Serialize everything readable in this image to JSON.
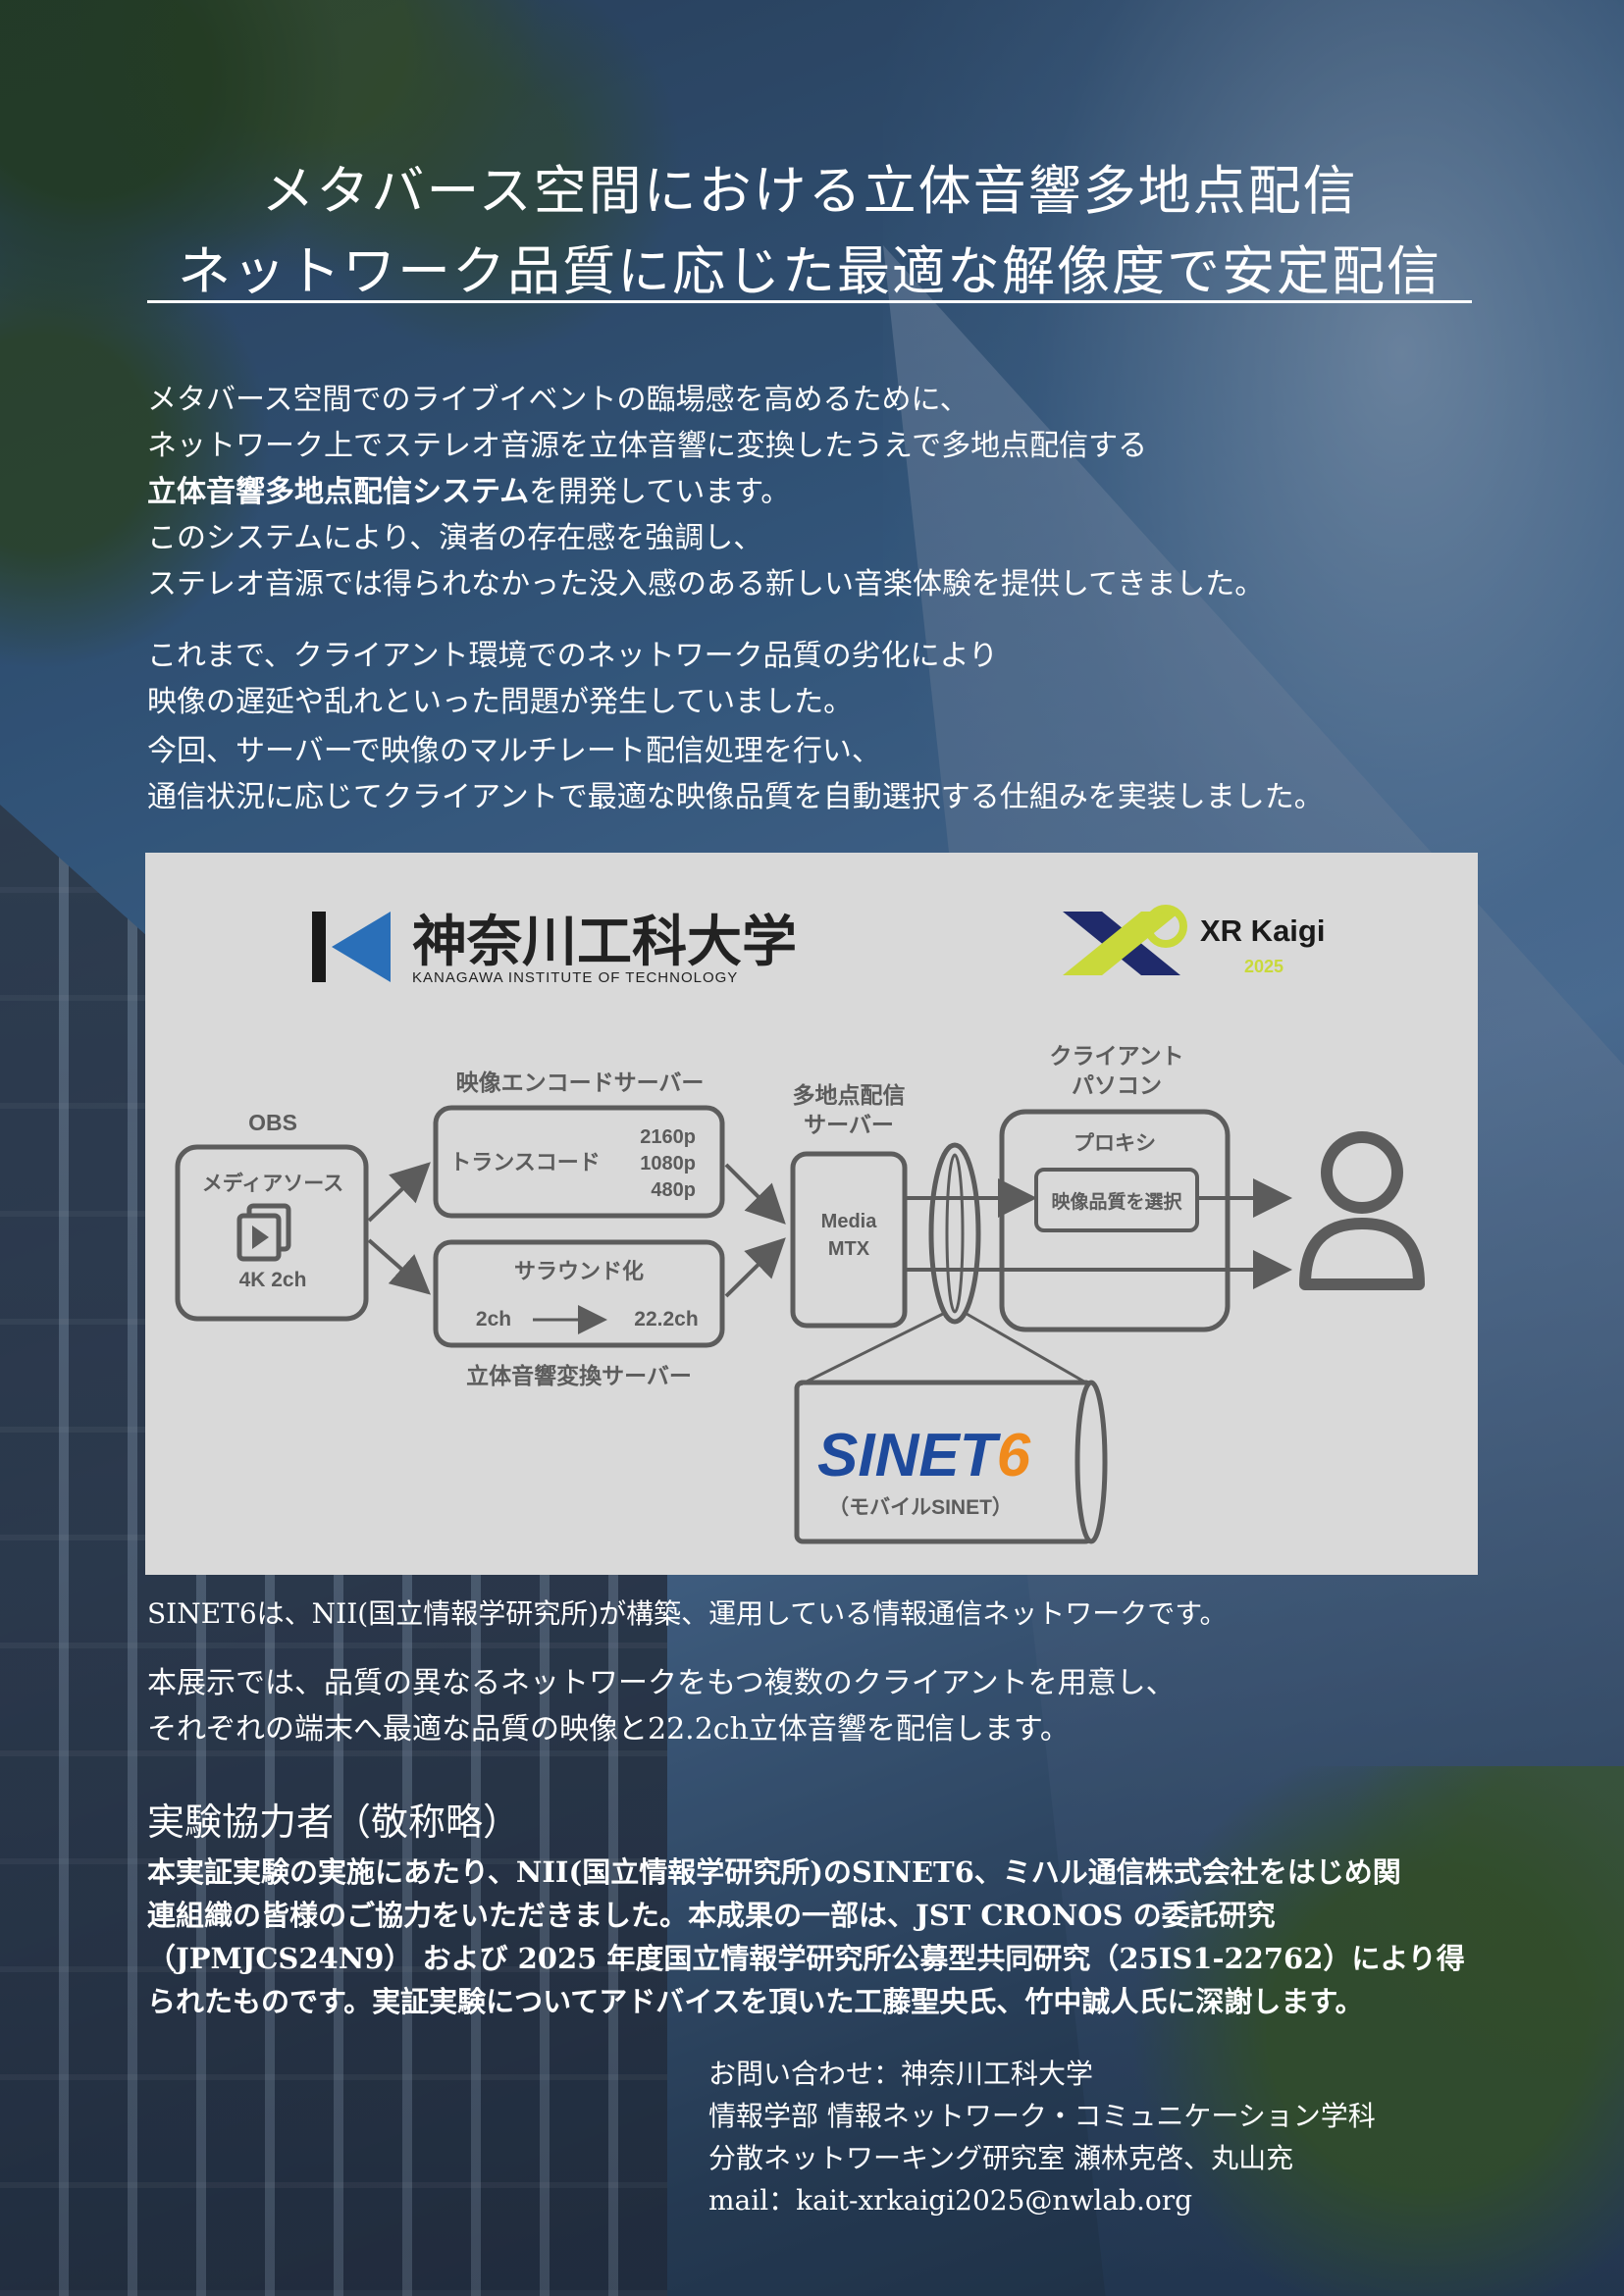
{
  "title": {
    "line1": "メタバース空間における立体音響多地点配信",
    "line2": "ネットワーク品質に応じた最適な解像度で安定配信"
  },
  "intro": {
    "line1": "メタバース空間でのライブイベントの臨場感を高めるために、",
    "line2": "ネットワーク上でステレオ音源を立体音響に変換したうえで多地点配信する",
    "line3_bold": "立体音響多地点配信システム",
    "line3_rest": "を開発しています。",
    "line4": "このシステムにより、演者の存在感を強調し、",
    "line5": "ステレオ音源では得られなかった没入感のある新しい音楽体験を提供してきました。"
  },
  "problem": {
    "line1": "これまで、クライアント環境でのネットワーク品質の劣化により",
    "line2": "映像の遅延や乱れといった問題が発生していました。",
    "line3": "今回、サーバーで映像のマルチレート配信処理を行い、",
    "line4": "通信状況に応じてクライアントで最適な映像品質を自動選択する仕組みを実装しました。"
  },
  "diagram": {
    "kait_name": "神奈川工科大学",
    "kait_sub": "KANAGAWA INSTITUTE OF TECHNOLOGY",
    "xr_name": "XR Kaigi",
    "xr_year": "2025",
    "obs_label": "OBS",
    "media_source": "メディアソース",
    "media_spec": "4K 2ch",
    "encode_server": "映像エンコードサーバー",
    "transcode": "トランスコード",
    "res1": "2160p",
    "res2": "1080p",
    "res3": "480p",
    "surround": "サラウンド化",
    "ch_in": "2ch",
    "ch_out": "22.2ch",
    "audio_server": "立体音響変換サーバー",
    "multi_server_l1": "多地点配信",
    "multi_server_l2": "サーバー",
    "mediamtx_l1": "Media",
    "mediamtx_l2": "MTX",
    "client_l1": "クライアント",
    "client_l2": "パソコン",
    "proxy": "プロキシ",
    "quality_select": "映像品質を選択",
    "sinet_logo": "SINET6",
    "sinet_sub": "（モバイルSINET）",
    "colors": {
      "box": "#5c5c5c",
      "xr_dark": "#1f2a6b",
      "xr_light": "#c9d93b",
      "sinet_blue": "#1e4a9c",
      "sinet_orange": "#f08a1c"
    }
  },
  "sinet_note": "SINET6は、NII(国立情報学研究所)が構築、運用している情報通信ネットワークです。",
  "exhibit": {
    "line1": "本展示では、品質の異なるネットワークをもつ複数のクライアントを用意し、",
    "line2": "それぞれの端末へ最適な品質の映像と22.2ch立体音響を配信します。"
  },
  "ack": {
    "heading": "実験協力者（敬称略）",
    "line1": "本実証実験の実施にあたり、NII(国立情報学研究所)のSINET6、ミハル通信株式会社をはじめ関",
    "line2": "連組織の皆様のご協力をいただきました。本成果の一部は、JST CRONOS の委託研究",
    "line3": "（JPMJCS24N9） および 2025 年度国立情報学研究所公募型共同研究（25IS1-22762）により得",
    "line4": "られたものです。実証実験についてアドバイスを頂いた工藤聖央氏、竹中誠人氏に深謝します。"
  },
  "contact": {
    "line1": "お問い合わせ：神奈川工科大学",
    "line2": "情報学部 情報ネットワーク・コミュニケーション学科",
    "line3": "分散ネットワーキング研究室  瀬林克啓、丸山充",
    "line4": "mail：kait-xrkaigi2025@nwlab.org"
  }
}
